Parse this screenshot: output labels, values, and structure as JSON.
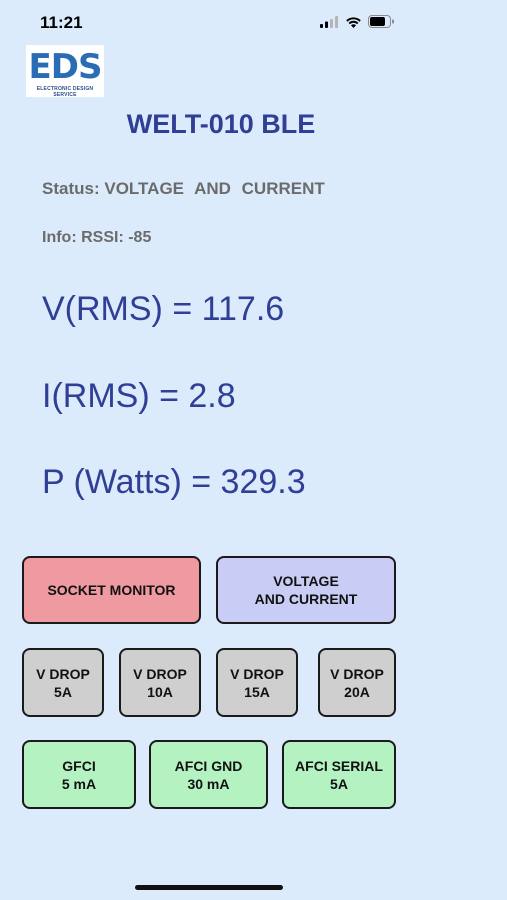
{
  "status_bar": {
    "time": "11:21"
  },
  "logo": {
    "text": "EDS",
    "subtitle": "ELECTRONIC DESIGN SERVICE"
  },
  "title": "WELT-010 BLE",
  "status": {
    "label": "Status:",
    "value": "VOLTAGE AND CURRENT"
  },
  "info": {
    "label": "Info:",
    "value": "RSSI: -85"
  },
  "readings": {
    "voltage": "V(RMS) = 117.6",
    "current": "I(RMS) = 2.8",
    "power": "P (Watts) = 329.3"
  },
  "buttons": {
    "socket_monitor": "SOCKET MONITOR",
    "voltage_current": "VOLTAGE\nAND CURRENT",
    "vdrop_5a": "V DROP\n5A",
    "vdrop_10a": "V DROP\n10A",
    "vdrop_15a": "V DROP\n15A",
    "vdrop_20a": "V DROP\n20A",
    "gfci": "GFCI\n5 mA",
    "afci_gnd": "AFCI GND\n30 mA",
    "afci_serial": "AFCI SERIAL\n5A"
  },
  "colors": {
    "background": "#dcebfb",
    "title": "#2f3f96",
    "socket_monitor": "#ef9aa0",
    "voltage_current": "#c9cdf5",
    "vdrop": "#cfcfcf",
    "fault_tests": "#b5f2c2"
  }
}
